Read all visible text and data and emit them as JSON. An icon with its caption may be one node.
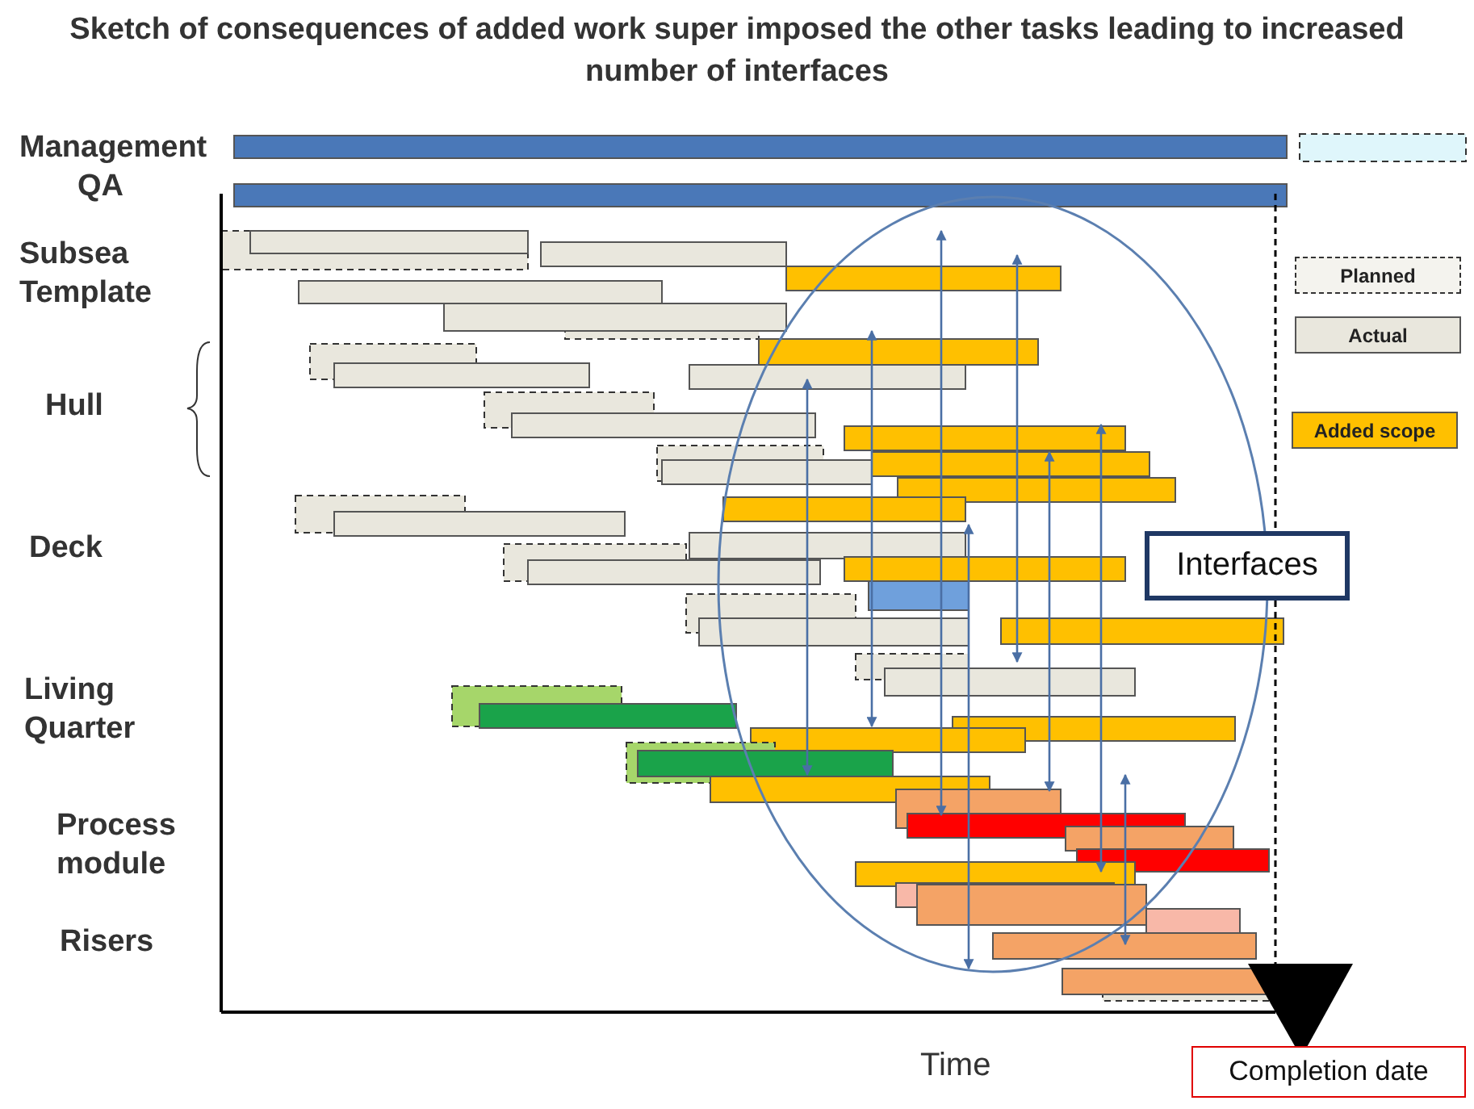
{
  "diagram": {
    "title": "Sketch of consequences of added work super imposed the other tasks leading to increased number of interfaces",
    "nodes": [
      {
        "text": [
          "Interfaces"
        ]
      },
      {
        "text": [
          "Completion date"
        ]
      }
    ],
    "labels": [
      "Management",
      "QA",
      "Subsea Template",
      "Hull",
      "Deck",
      "Living Quarter",
      "Process module",
      "Risers",
      "Time"
    ],
    "legend": [
      {
        "text": "Planned"
      },
      {
        "text": "Actual",
        "color": "#e9e7dd"
      },
      {
        "text": "Added scope",
        "color": "#ffc000"
      }
    ]
  }
}
